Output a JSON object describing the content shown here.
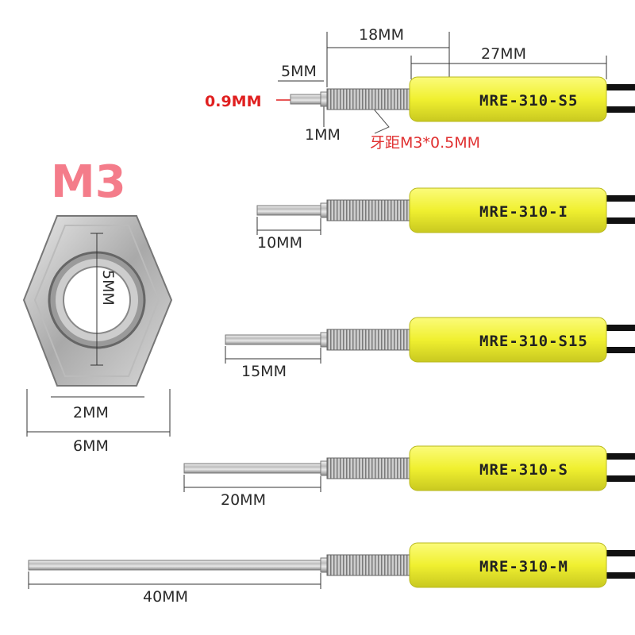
{
  "nut": {
    "title": "M3",
    "inner_diameter": "5MM",
    "thickness": "2MM",
    "width": "6MM"
  },
  "top_dims": {
    "thread_length": "18MM",
    "sleeve_length": "27MM",
    "probe_length": "5MM",
    "probe_diameter": "0.9MM",
    "step": "1MM",
    "pitch": "牙距M3*0.5MM"
  },
  "sensors": [
    {
      "model": "MRE-310-S5",
      "probe_length": ""
    },
    {
      "model": "MRE-310-I",
      "probe_length": "10MM"
    },
    {
      "model": "MRE-310-S15",
      "probe_length": "15MM"
    },
    {
      "model": "MRE-310-S",
      "probe_length": "20MM"
    },
    {
      "model": "MRE-310-M",
      "probe_length": "40MM"
    }
  ],
  "colors": {
    "sleeve": "#f2f23a",
    "cable": "#111111",
    "accent_red": "#e02020",
    "title_pink": "#f47c8a"
  }
}
